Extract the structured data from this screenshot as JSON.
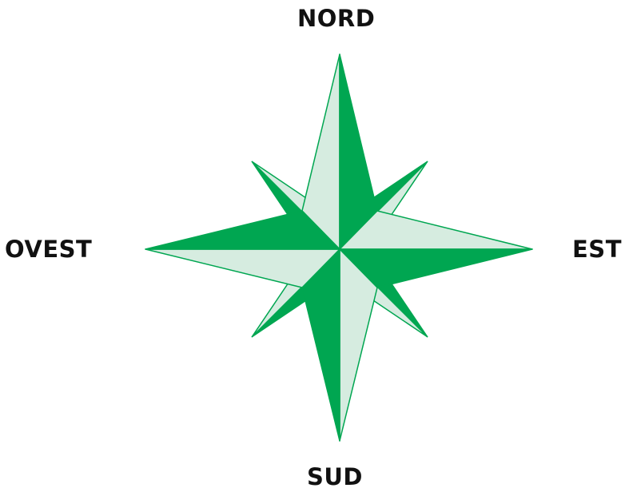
{
  "compass": {
    "north": "NORD",
    "south": "SUD",
    "west": "OVEST",
    "east": "EST"
  },
  "colors": {
    "dark": "#00a651",
    "light": "#d6ece0",
    "outline": "#00a651",
    "label": "#111111"
  }
}
